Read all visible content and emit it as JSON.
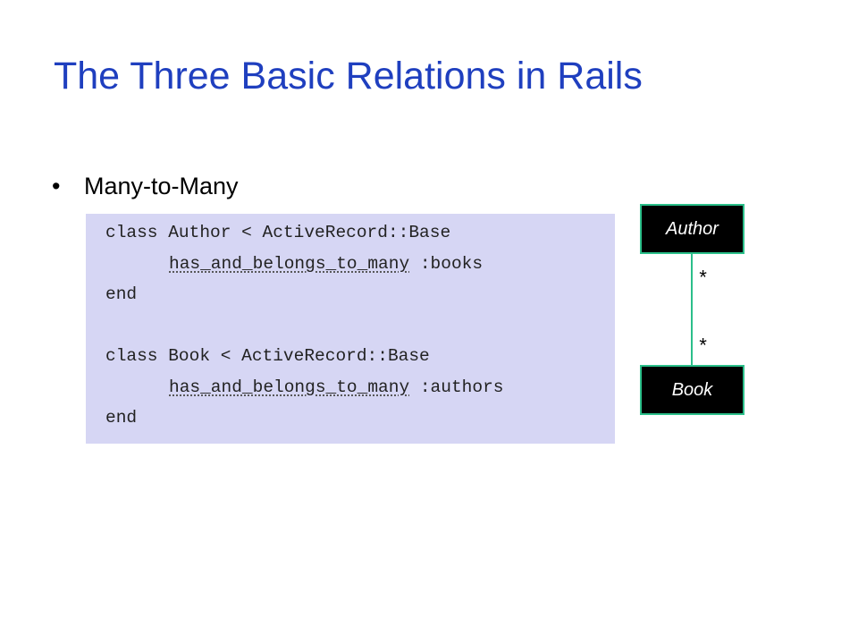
{
  "slide": {
    "title": "The Three Basic Relations in Rails",
    "bullet": "Many-to-Many",
    "bullet_marker": "•"
  },
  "code": {
    "line1": "class Author < ActiveRecord::Base",
    "line2_method": "has_and_belongs_to_many",
    "line2_arg": " :books",
    "line3": "end",
    "line4": "class Book < ActiveRecord::Base",
    "line5_method": "has_and_belongs_to_many",
    "line5_arg": " :authors",
    "line6": "end"
  },
  "diagram": {
    "top_box": "Author",
    "bottom_box": "Book",
    "top_multiplicity": "*",
    "bottom_multiplicity": "*",
    "box_fill": "#000000",
    "border_color": "#2bbf8a"
  },
  "colors": {
    "title": "#1f3fbf",
    "code_background": "#d6d6f4"
  }
}
